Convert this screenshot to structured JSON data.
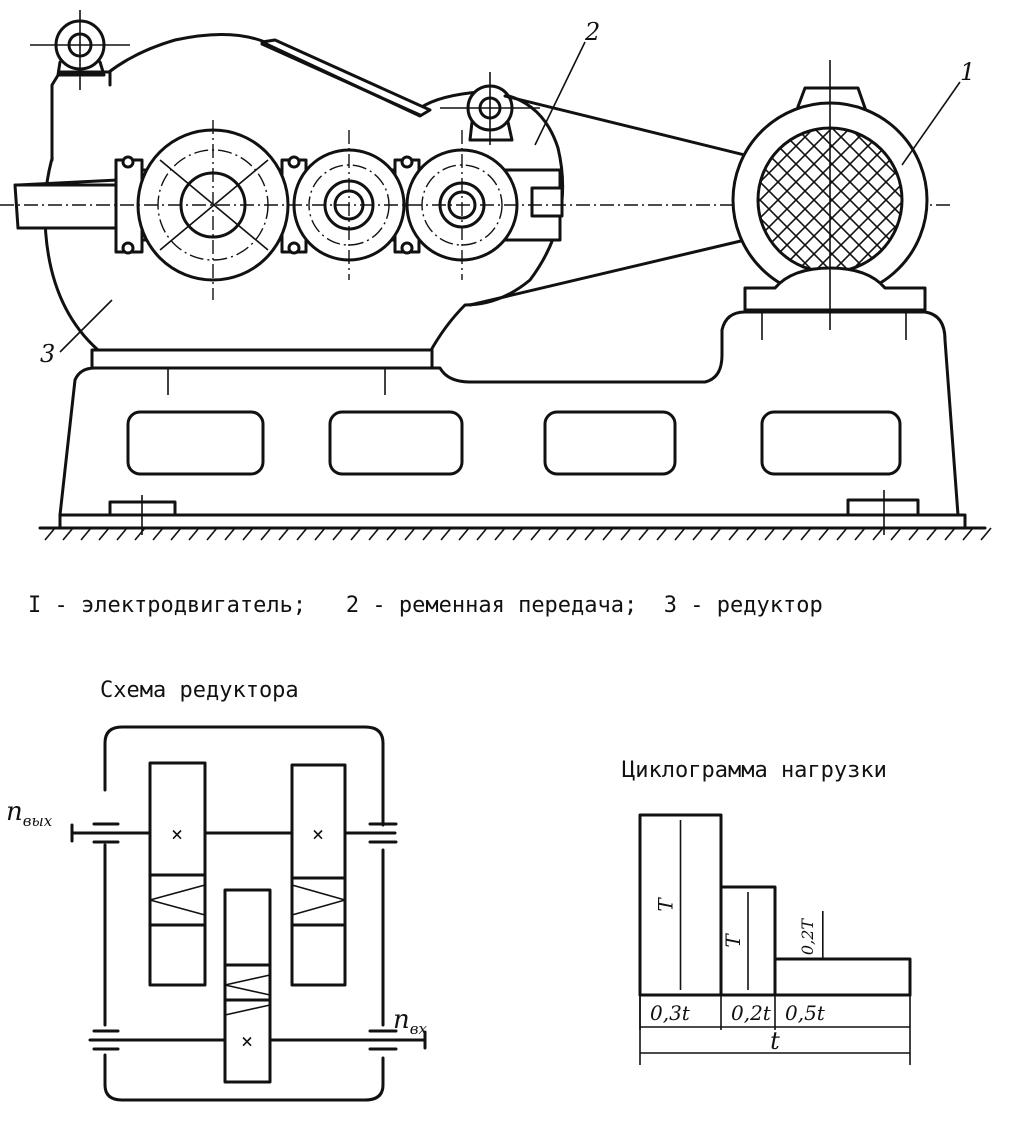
{
  "callouts": {
    "motor": "1",
    "belt": "2",
    "reducer": "3"
  },
  "legend_line": "I - электродвигатель;   2 - ременная передача;  3 - редуктор",
  "scheme": {
    "title": "Схема редуктора",
    "n_out": "n",
    "n_out_sub": "вых",
    "n_in": "n",
    "n_in_sub": "вх",
    "gear_marks": [
      "×",
      "×",
      "×"
    ]
  },
  "cyclogram": {
    "title": "Циклограмма нагрузки",
    "levels": [
      {
        "label": "T",
        "fraction": 1.0,
        "duration": "0,3t",
        "share": 0.3
      },
      {
        "label": "T",
        "fraction": 0.6,
        "duration": "0,2t",
        "share": 0.2
      },
      {
        "label": "0,2T",
        "fraction": 0.2,
        "duration": "0,5t",
        "share": 0.5
      }
    ],
    "total": "t"
  }
}
